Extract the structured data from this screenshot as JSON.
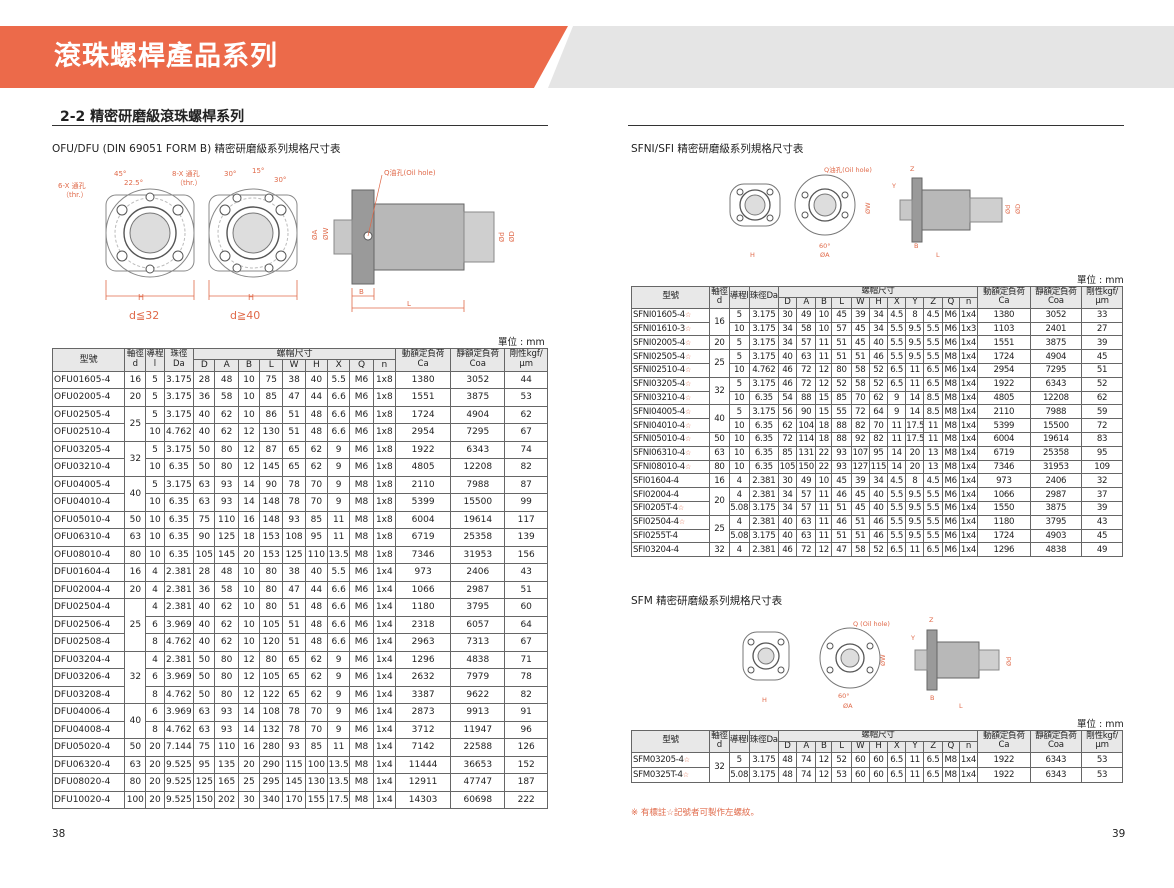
{
  "banner_title": "滾珠螺桿產品系列",
  "section_title": "2-2 精密研磨級滾珠螺桿系列",
  "left": {
    "subtitle": "OFU/DFU (DIN 69051 FORM B) 精密研磨級系列規格尺寸表",
    "caption_left": "d≦32",
    "caption_right": "d≧40",
    "diagram_labels": {
      "angle45": "45°",
      "angle225": "22.5°",
      "holes6": "6-X 通孔",
      "thr6": "（thr.）",
      "holes8": "8-X 通孔",
      "thr8": "（thr.）",
      "angle30": "30°",
      "angle15": "15°",
      "angle30b": "30°",
      "oil": "Q油孔(Oil hole)",
      "H1": "H",
      "H2": "H",
      "B": "B",
      "L": "L",
      "phiA": "ØA",
      "phiW": "ØW",
      "phid": "Ød",
      "phiD": "ØD"
    },
    "unit": "單位 : mm",
    "headers": {
      "model": "型號",
      "shaft": "軸徑d",
      "lead": "導程l",
      "ball": "珠徑Da",
      "nut": "螺帽尺寸",
      "cols": [
        "D",
        "A",
        "B",
        "L",
        "W",
        "H",
        "X",
        "Q",
        "n"
      ],
      "dyn": "動額定負荷 Ca",
      "stat": "靜額定負荷 Coa",
      "rig": "剛性kgf/μm"
    },
    "rows": [
      [
        "OFU01605-4",
        "16",
        "5",
        "3.175",
        "28",
        "48",
        "10",
        "75",
        "38",
        "40",
        "5.5",
        "M6",
        "1x8",
        "1380",
        "3052",
        "44"
      ],
      [
        "OFU02005-4",
        "20",
        "5",
        "3.175",
        "36",
        "58",
        "10",
        "85",
        "47",
        "44",
        "6.6",
        "M6",
        "1x8",
        "1551",
        "3875",
        "53"
      ],
      [
        "OFU02505-4",
        "25",
        "5",
        "3.175",
        "40",
        "62",
        "10",
        "86",
        "51",
        "48",
        "6.6",
        "M6",
        "1x8",
        "1724",
        "4904",
        "62"
      ],
      [
        "OFU02510-4",
        "",
        "10",
        "4.762",
        "40",
        "62",
        "12",
        "130",
        "51",
        "48",
        "6.6",
        "M6",
        "1x8",
        "2954",
        "7295",
        "67"
      ],
      [
        "OFU03205-4",
        "32",
        "5",
        "3.175",
        "50",
        "80",
        "12",
        "87",
        "65",
        "62",
        "9",
        "M6",
        "1x8",
        "1922",
        "6343",
        "74"
      ],
      [
        "OFU03210-4",
        "",
        "10",
        "6.35",
        "50",
        "80",
        "12",
        "145",
        "65",
        "62",
        "9",
        "M6",
        "1x8",
        "4805",
        "12208",
        "82"
      ],
      [
        "OFU04005-4",
        "40",
        "5",
        "3.175",
        "63",
        "93",
        "14",
        "90",
        "78",
        "70",
        "9",
        "M8",
        "1x8",
        "2110",
        "7988",
        "87"
      ],
      [
        "OFU04010-4",
        "",
        "10",
        "6.35",
        "63",
        "93",
        "14",
        "148",
        "78",
        "70",
        "9",
        "M8",
        "1x8",
        "5399",
        "15500",
        "99"
      ],
      [
        "OFU05010-4",
        "50",
        "10",
        "6.35",
        "75",
        "110",
        "16",
        "148",
        "93",
        "85",
        "11",
        "M8",
        "1x8",
        "6004",
        "19614",
        "117"
      ],
      [
        "OFU06310-4",
        "63",
        "10",
        "6.35",
        "90",
        "125",
        "18",
        "153",
        "108",
        "95",
        "11",
        "M8",
        "1x8",
        "6719",
        "25358",
        "139"
      ],
      [
        "OFU08010-4",
        "80",
        "10",
        "6.35",
        "105",
        "145",
        "20",
        "153",
        "125",
        "110",
        "13.5",
        "M8",
        "1x8",
        "7346",
        "31953",
        "156"
      ],
      [
        "DFU01604-4",
        "16",
        "4",
        "2.381",
        "28",
        "48",
        "10",
        "80",
        "38",
        "40",
        "5.5",
        "M6",
        "1x4",
        "973",
        "2406",
        "43"
      ],
      [
        "DFU02004-4",
        "20",
        "4",
        "2.381",
        "36",
        "58",
        "10",
        "80",
        "47",
        "44",
        "6.6",
        "M6",
        "1x4",
        "1066",
        "2987",
        "51"
      ],
      [
        "DFU02504-4",
        "25",
        "4",
        "2.381",
        "40",
        "62",
        "10",
        "80",
        "51",
        "48",
        "6.6",
        "M6",
        "1x4",
        "1180",
        "3795",
        "60"
      ],
      [
        "DFU02506-4",
        "",
        "6",
        "3.969",
        "40",
        "62",
        "10",
        "105",
        "51",
        "48",
        "6.6",
        "M6",
        "1x4",
        "2318",
        "6057",
        "64"
      ],
      [
        "DFU02508-4",
        "",
        "8",
        "4.762",
        "40",
        "62",
        "10",
        "120",
        "51",
        "48",
        "6.6",
        "M6",
        "1x4",
        "2963",
        "7313",
        "67"
      ],
      [
        "DFU03204-4",
        "32",
        "4",
        "2.381",
        "50",
        "80",
        "12",
        "80",
        "65",
        "62",
        "9",
        "M6",
        "1x4",
        "1296",
        "4838",
        "71"
      ],
      [
        "DFU03206-4",
        "",
        "6",
        "3.969",
        "50",
        "80",
        "12",
        "105",
        "65",
        "62",
        "9",
        "M6",
        "1x4",
        "2632",
        "7979",
        "78"
      ],
      [
        "DFU03208-4",
        "",
        "8",
        "4.762",
        "50",
        "80",
        "12",
        "122",
        "65",
        "62",
        "9",
        "M6",
        "1x4",
        "3387",
        "9622",
        "82"
      ],
      [
        "DFU04006-4",
        "40",
        "6",
        "3.969",
        "63",
        "93",
        "14",
        "108",
        "78",
        "70",
        "9",
        "M6",
        "1x4",
        "2873",
        "9913",
        "91"
      ],
      [
        "DFU04008-4",
        "",
        "8",
        "4.762",
        "63",
        "93",
        "14",
        "132",
        "78",
        "70",
        "9",
        "M6",
        "1x4",
        "3712",
        "11947",
        "96"
      ],
      [
        "DFU05020-4",
        "50",
        "20",
        "7.144",
        "75",
        "110",
        "16",
        "280",
        "93",
        "85",
        "11",
        "M8",
        "1x4",
        "7142",
        "22588",
        "126"
      ],
      [
        "DFU06320-4",
        "63",
        "20",
        "9.525",
        "95",
        "135",
        "20",
        "290",
        "115",
        "100",
        "13.5",
        "M8",
        "1x4",
        "11444",
        "36653",
        "152"
      ],
      [
        "DFU08020-4",
        "80",
        "20",
        "9.525",
        "125",
        "165",
        "25",
        "295",
        "145",
        "130",
        "13.5",
        "M8",
        "1x4",
        "12911",
        "47747",
        "187"
      ],
      [
        "DFU10020-4",
        "100",
        "20",
        "9.525",
        "150",
        "202",
        "30",
        "340",
        "170",
        "155",
        "17.5",
        "M8",
        "1x4",
        "14303",
        "60698",
        "222"
      ]
    ],
    "page_number": "38"
  },
  "right": {
    "subtitle1": "SFNI/SFI 精密研磨級系列規格尺寸表",
    "diagram1_labels": {
      "oil": "Q油孔(Oil hole)",
      "Z": "Z",
      "Y": "Y",
      "phiW": "ØW",
      "deg60": "60°",
      "phiA": "ØA",
      "H": "H",
      "B": "B",
      "L": "L",
      "phid": "Ød",
      "phiD": "ØD"
    },
    "unit": "單位 : mm",
    "headers": {
      "model": "型號",
      "shaft": "軸徑d",
      "lead": "導程l",
      "ball": "珠徑Da",
      "nut": "螺帽尺寸",
      "cols": [
        "D",
        "A",
        "B",
        "L",
        "W",
        "H",
        "X",
        "Y",
        "Z",
        "Q",
        "n"
      ],
      "dyn": "動額定負荷 Ca",
      "stat": "靜額定負荷 Coa",
      "rig": "剛性kgf/μm"
    },
    "rows": [
      [
        "SFNI01605-4",
        "16",
        "5",
        "3.175",
        "30",
        "49",
        "10",
        "45",
        "39",
        "34",
        "4.5",
        "8",
        "4.5",
        "M6",
        "1x4",
        "1380",
        "3052",
        "33"
      ],
      [
        "SFNI01610-3",
        "",
        "10",
        "3.175",
        "34",
        "58",
        "10",
        "57",
        "45",
        "34",
        "5.5",
        "9.5",
        "5.5",
        "M6",
        "1x3",
        "1103",
        "2401",
        "27"
      ],
      [
        "SFNI02005-4",
        "20",
        "5",
        "3.175",
        "34",
        "57",
        "11",
        "51",
        "45",
        "40",
        "5.5",
        "9.5",
        "5.5",
        "M6",
        "1x4",
        "1551",
        "3875",
        "39"
      ],
      [
        "SFNI02505-4",
        "25",
        "5",
        "3.175",
        "40",
        "63",
        "11",
        "51",
        "51",
        "46",
        "5.5",
        "9.5",
        "5.5",
        "M8",
        "1x4",
        "1724",
        "4904",
        "45"
      ],
      [
        "SFNI02510-4",
        "",
        "10",
        "4.762",
        "46",
        "72",
        "12",
        "80",
        "58",
        "52",
        "6.5",
        "11",
        "6.5",
        "M6",
        "1x4",
        "2954",
        "7295",
        "51"
      ],
      [
        "SFNI03205-4",
        "32",
        "5",
        "3.175",
        "46",
        "72",
        "12",
        "52",
        "58",
        "52",
        "6.5",
        "11",
        "6.5",
        "M8",
        "1x4",
        "1922",
        "6343",
        "52"
      ],
      [
        "SFNI03210-4",
        "",
        "10",
        "6.35",
        "54",
        "88",
        "15",
        "85",
        "70",
        "62",
        "9",
        "14",
        "8.5",
        "M8",
        "1x4",
        "4805",
        "12208",
        "62"
      ],
      [
        "SFNI04005-4",
        "40",
        "5",
        "3.175",
        "56",
        "90",
        "15",
        "55",
        "72",
        "64",
        "9",
        "14",
        "8.5",
        "M8",
        "1x4",
        "2110",
        "7988",
        "59"
      ],
      [
        "SFNI04010-4",
        "",
        "10",
        "6.35",
        "62",
        "104",
        "18",
        "88",
        "82",
        "70",
        "11",
        "17.5",
        "11",
        "M8",
        "1x4",
        "5399",
        "15500",
        "72"
      ],
      [
        "SFNI05010-4",
        "50",
        "10",
        "6.35",
        "72",
        "114",
        "18",
        "88",
        "92",
        "82",
        "11",
        "17.5",
        "11",
        "M8",
        "1x4",
        "6004",
        "19614",
        "83"
      ],
      [
        "SFNI06310-4",
        "63",
        "10",
        "6.35",
        "85",
        "131",
        "22",
        "93",
        "107",
        "95",
        "14",
        "20",
        "13",
        "M8",
        "1x4",
        "6719",
        "25358",
        "95"
      ],
      [
        "SFNI08010-4",
        "80",
        "10",
        "6.35",
        "105",
        "150",
        "22",
        "93",
        "127",
        "115",
        "14",
        "20",
        "13",
        "M8",
        "1x4",
        "7346",
        "31953",
        "109"
      ],
      [
        "SFI01604-4",
        "16",
        "4",
        "2.381",
        "30",
        "49",
        "10",
        "45",
        "39",
        "34",
        "4.5",
        "8",
        "4.5",
        "M6",
        "1x4",
        "973",
        "2406",
        "32"
      ],
      [
        "SFI02004-4",
        "20",
        "4",
        "2.381",
        "34",
        "57",
        "11",
        "46",
        "45",
        "40",
        "5.5",
        "9.5",
        "5.5",
        "M6",
        "1x4",
        "1066",
        "2987",
        "37"
      ],
      [
        "SFI0205T-4",
        "",
        "5.08",
        "3.175",
        "34",
        "57",
        "11",
        "51",
        "45",
        "40",
        "5.5",
        "9.5",
        "5.5",
        "M6",
        "1x4",
        "1550",
        "3875",
        "39"
      ],
      [
        "SFI02504-4",
        "25",
        "4",
        "2.381",
        "40",
        "63",
        "11",
        "46",
        "51",
        "46",
        "5.5",
        "9.5",
        "5.5",
        "M6",
        "1x4",
        "1180",
        "3795",
        "43"
      ],
      [
        "SFI0255T-4",
        "",
        "5.08",
        "3.175",
        "40",
        "63",
        "11",
        "51",
        "51",
        "46",
        "5.5",
        "9.5",
        "5.5",
        "M6",
        "1x4",
        "1724",
        "4903",
        "45"
      ],
      [
        "SFI03204-4",
        "32",
        "4",
        "2.381",
        "46",
        "72",
        "12",
        "47",
        "58",
        "52",
        "6.5",
        "11",
        "6.5",
        "M6",
        "1x4",
        "1296",
        "4838",
        "49"
      ]
    ],
    "starred": [
      "SFNI01605-4",
      "SFNI01610-3",
      "SFNI02005-4",
      "SFNI02505-4",
      "SFNI02510-4",
      "SFNI03205-4",
      "SFNI03210-4",
      "SFNI04005-4",
      "SFNI04010-4",
      "SFNI05010-4",
      "SFNI06310-4",
      "SFNI08010-4",
      "SFI0205T-4",
      "SFI02504-4",
      "SFM03205-4",
      "SFM0325T-4"
    ],
    "subtitle2": "SFM 精密研磨級系列規格尺寸表",
    "diagram2_labels": {
      "oil": "Q (Oil hole)",
      "Z": "Z",
      "Y": "Y",
      "phiW": "ØW",
      "deg60": "60°",
      "phiA": "ØA",
      "H": "H",
      "B": "B",
      "L": "L",
      "phid": "Ød"
    },
    "unit2": "單位 : mm",
    "rows2": [
      [
        "SFM03205-4",
        "32",
        "5",
        "3.175",
        "48",
        "74",
        "12",
        "52",
        "60",
        "60",
        "6.5",
        "11",
        "6.5",
        "M8",
        "1x4",
        "1922",
        "6343",
        "53"
      ],
      [
        "SFM0325T-4",
        "",
        "5.08",
        "3.175",
        "48",
        "74",
        "12",
        "53",
        "60",
        "60",
        "6.5",
        "11",
        "6.5",
        "M8",
        "1x4",
        "1922",
        "6343",
        "53"
      ]
    ],
    "footnote": "※ 有標註☆記號者可製作左螺紋。",
    "page_number": "39"
  }
}
